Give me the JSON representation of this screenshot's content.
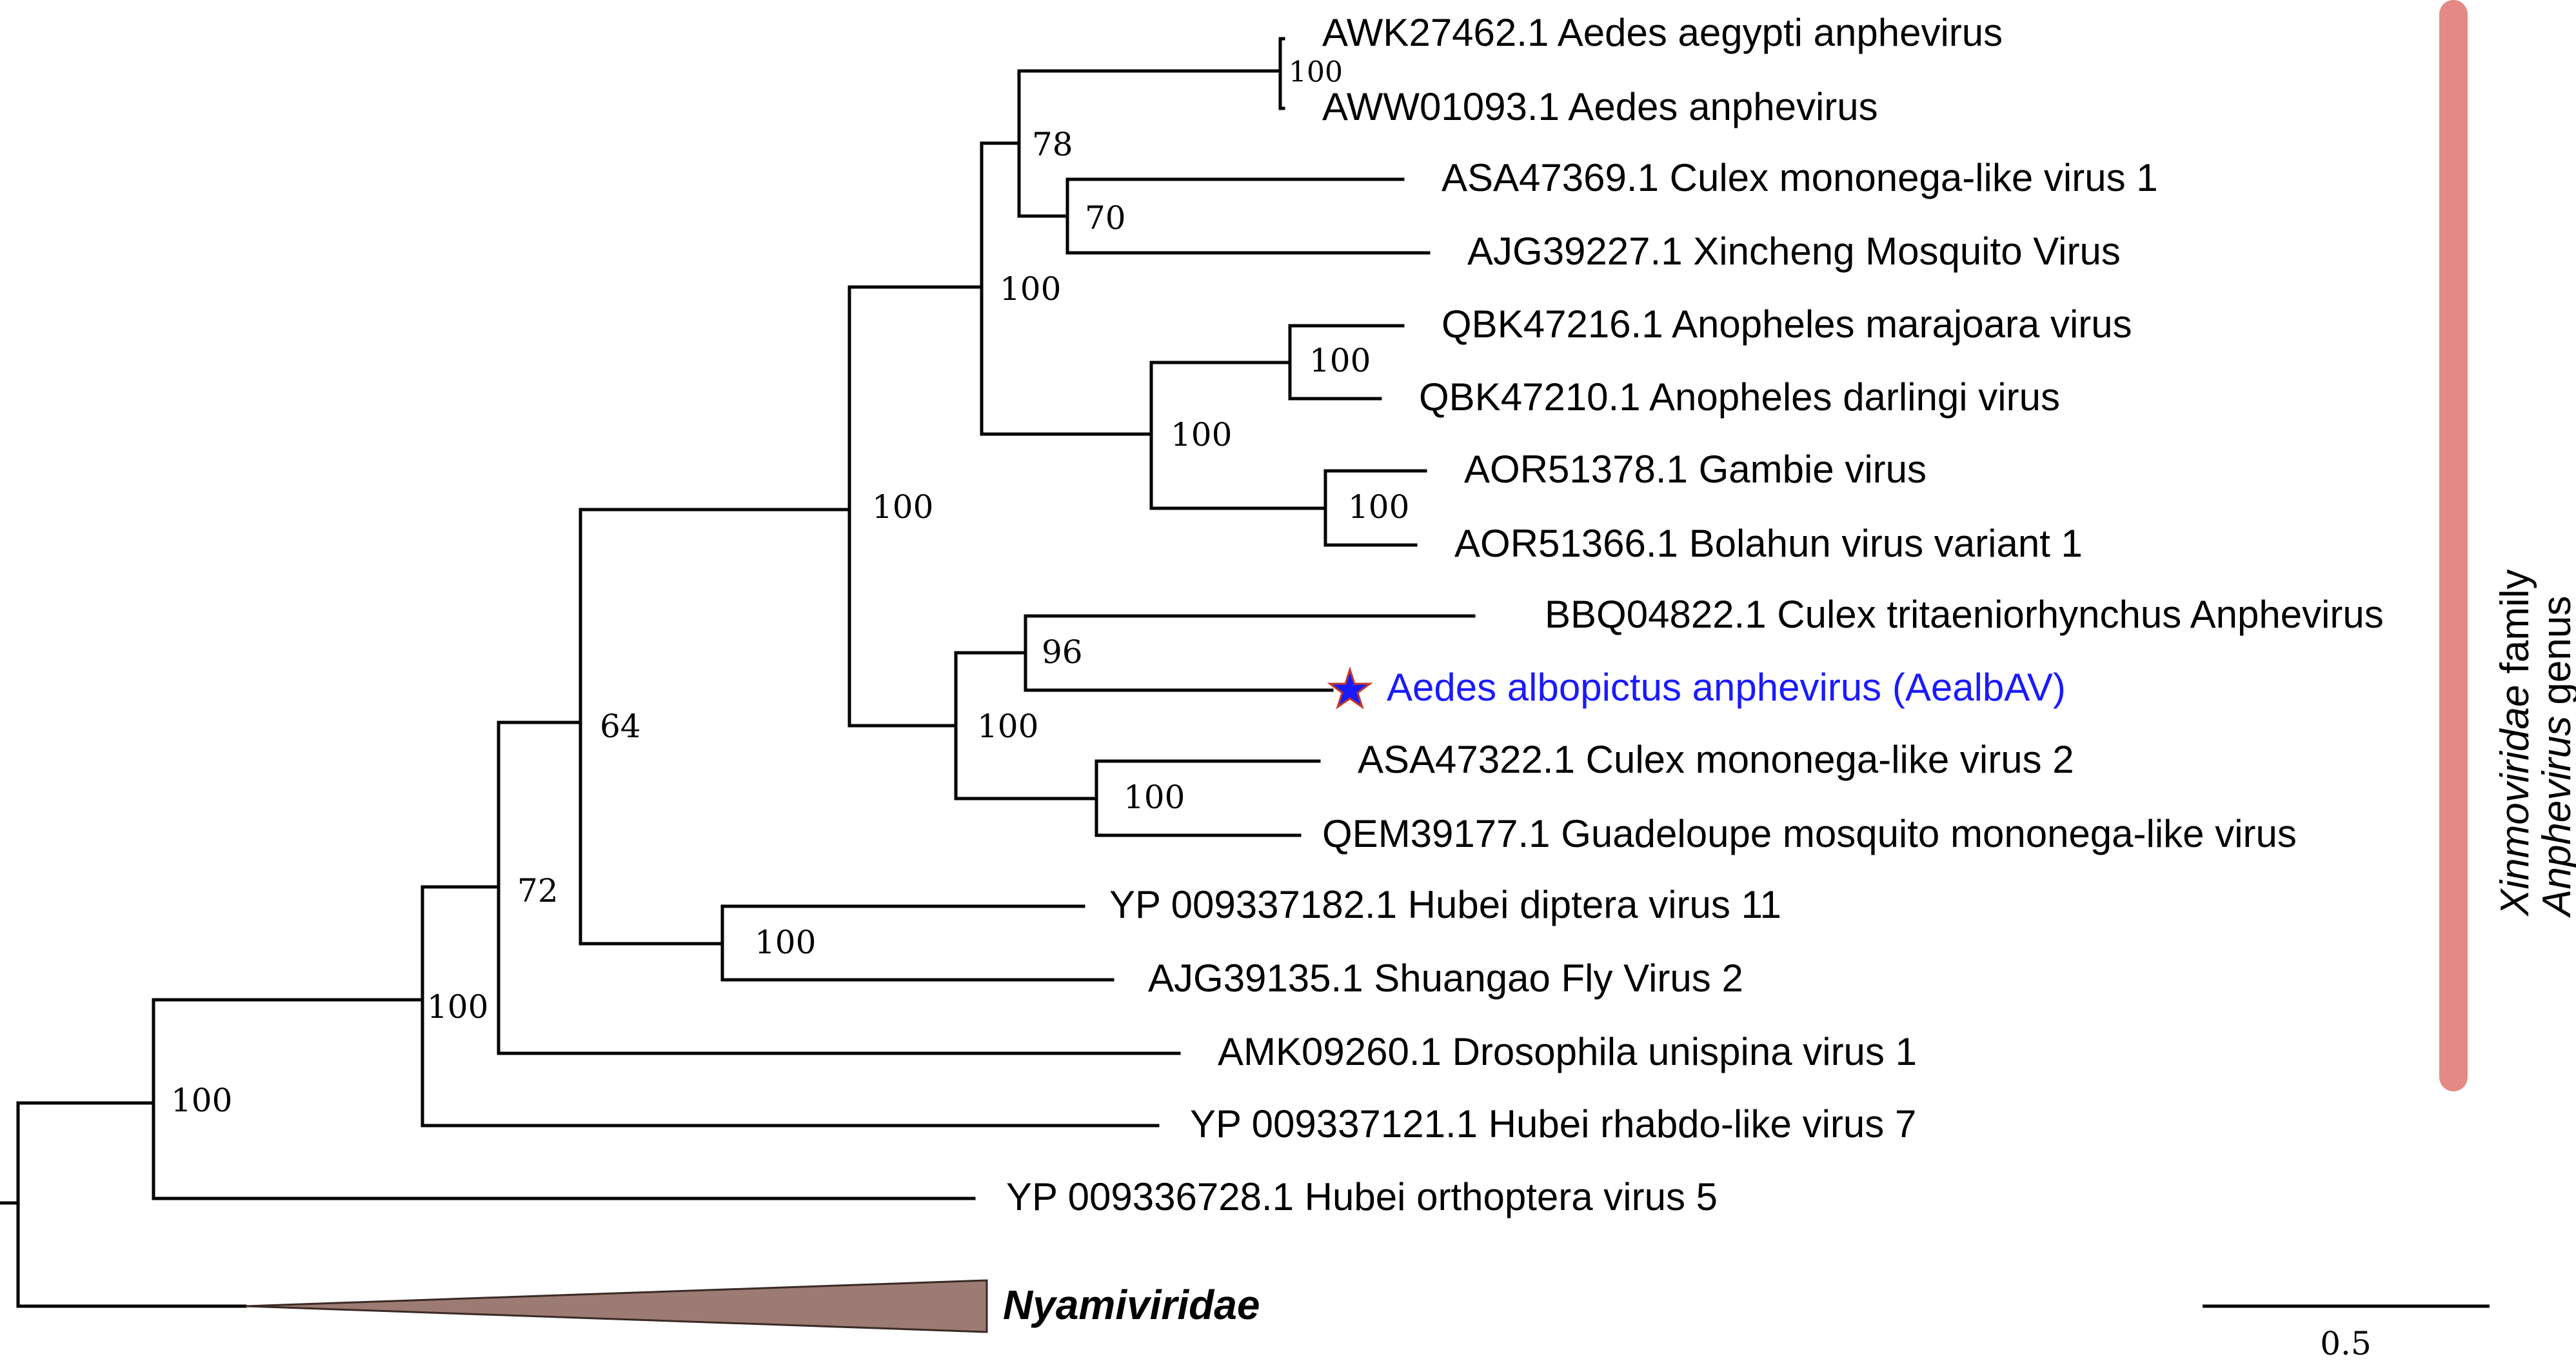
{
  "tips": [
    {
      "id": "t1",
      "label": "AWK27462.1 Aedes aegypti anphevirus"
    },
    {
      "id": "t2",
      "label": "AWW01093.1 Aedes anphevirus"
    },
    {
      "id": "t3",
      "label": "ASA47369.1 Culex mononega-like virus 1"
    },
    {
      "id": "t4",
      "label": "AJG39227.1 Xincheng Mosquito Virus"
    },
    {
      "id": "t5",
      "label": "QBK47216.1 Anopheles marajoara virus"
    },
    {
      "id": "t6",
      "label": "QBK47210.1 Anopheles darlingi virus"
    },
    {
      "id": "t7",
      "label": "AOR51378.1 Gambie virus"
    },
    {
      "id": "t8",
      "label": "AOR51366.1 Bolahun virus variant 1"
    },
    {
      "id": "t9",
      "label": "BBQ04822.1 Culex tritaeniorhynchus Anphevirus"
    },
    {
      "id": "t10",
      "label": "Aedes albopictus anphevirus (AealbAV)"
    },
    {
      "id": "t11",
      "label": "ASA47322.1 Culex mononega-like virus 2"
    },
    {
      "id": "t12",
      "label": "QEM39177.1 Guadeloupe mosquito mononega-like virus"
    },
    {
      "id": "t13",
      "label": "YP 009337182.1 Hubei diptera virus 11"
    },
    {
      "id": "t14",
      "label": "AJG39135.1 Shuangao Fly Virus 2"
    },
    {
      "id": "t15",
      "label": "AMK09260.1 Drosophila unispina virus 1"
    },
    {
      "id": "t16",
      "label": "YP 009337121.1 Hubei rhabdo-like virus 7"
    },
    {
      "id": "t17",
      "label": "YP 009336728.1 Hubei orthoptera virus 5"
    }
  ],
  "collapsed_clade": {
    "label": "Nyamiviridae",
    "color": "#9b7b73"
  },
  "highlight": {
    "tip": "t10",
    "color": "#1a1aff",
    "star_icon": "star-icon"
  },
  "supports": {
    "aedes_pair": "100",
    "aedes_culex_xincheng": "78",
    "culex_xincheng": "70",
    "upper_anphe": "100",
    "anopheles_pair": "100",
    "anopheles_gambie": "100",
    "gambie_pair": "100",
    "anphevirus_genus": "100",
    "tritaenio_aealb": "96",
    "lower_anphe": "100",
    "culex2_guadeloupe": "100",
    "xinmo_hubei11": "64",
    "hubei11_shuangao": "100",
    "with_drosophila": "72",
    "with_rhabdo7": "100",
    "with_orthoptera5": "100"
  },
  "bracket": {
    "color": "#e38a85",
    "family_label": "Xinmoviridae",
    "family_suffix": " family",
    "genus_label": "Anphevirus",
    "genus_suffix": " genus"
  },
  "scale_bar": {
    "label": "0.5"
  }
}
